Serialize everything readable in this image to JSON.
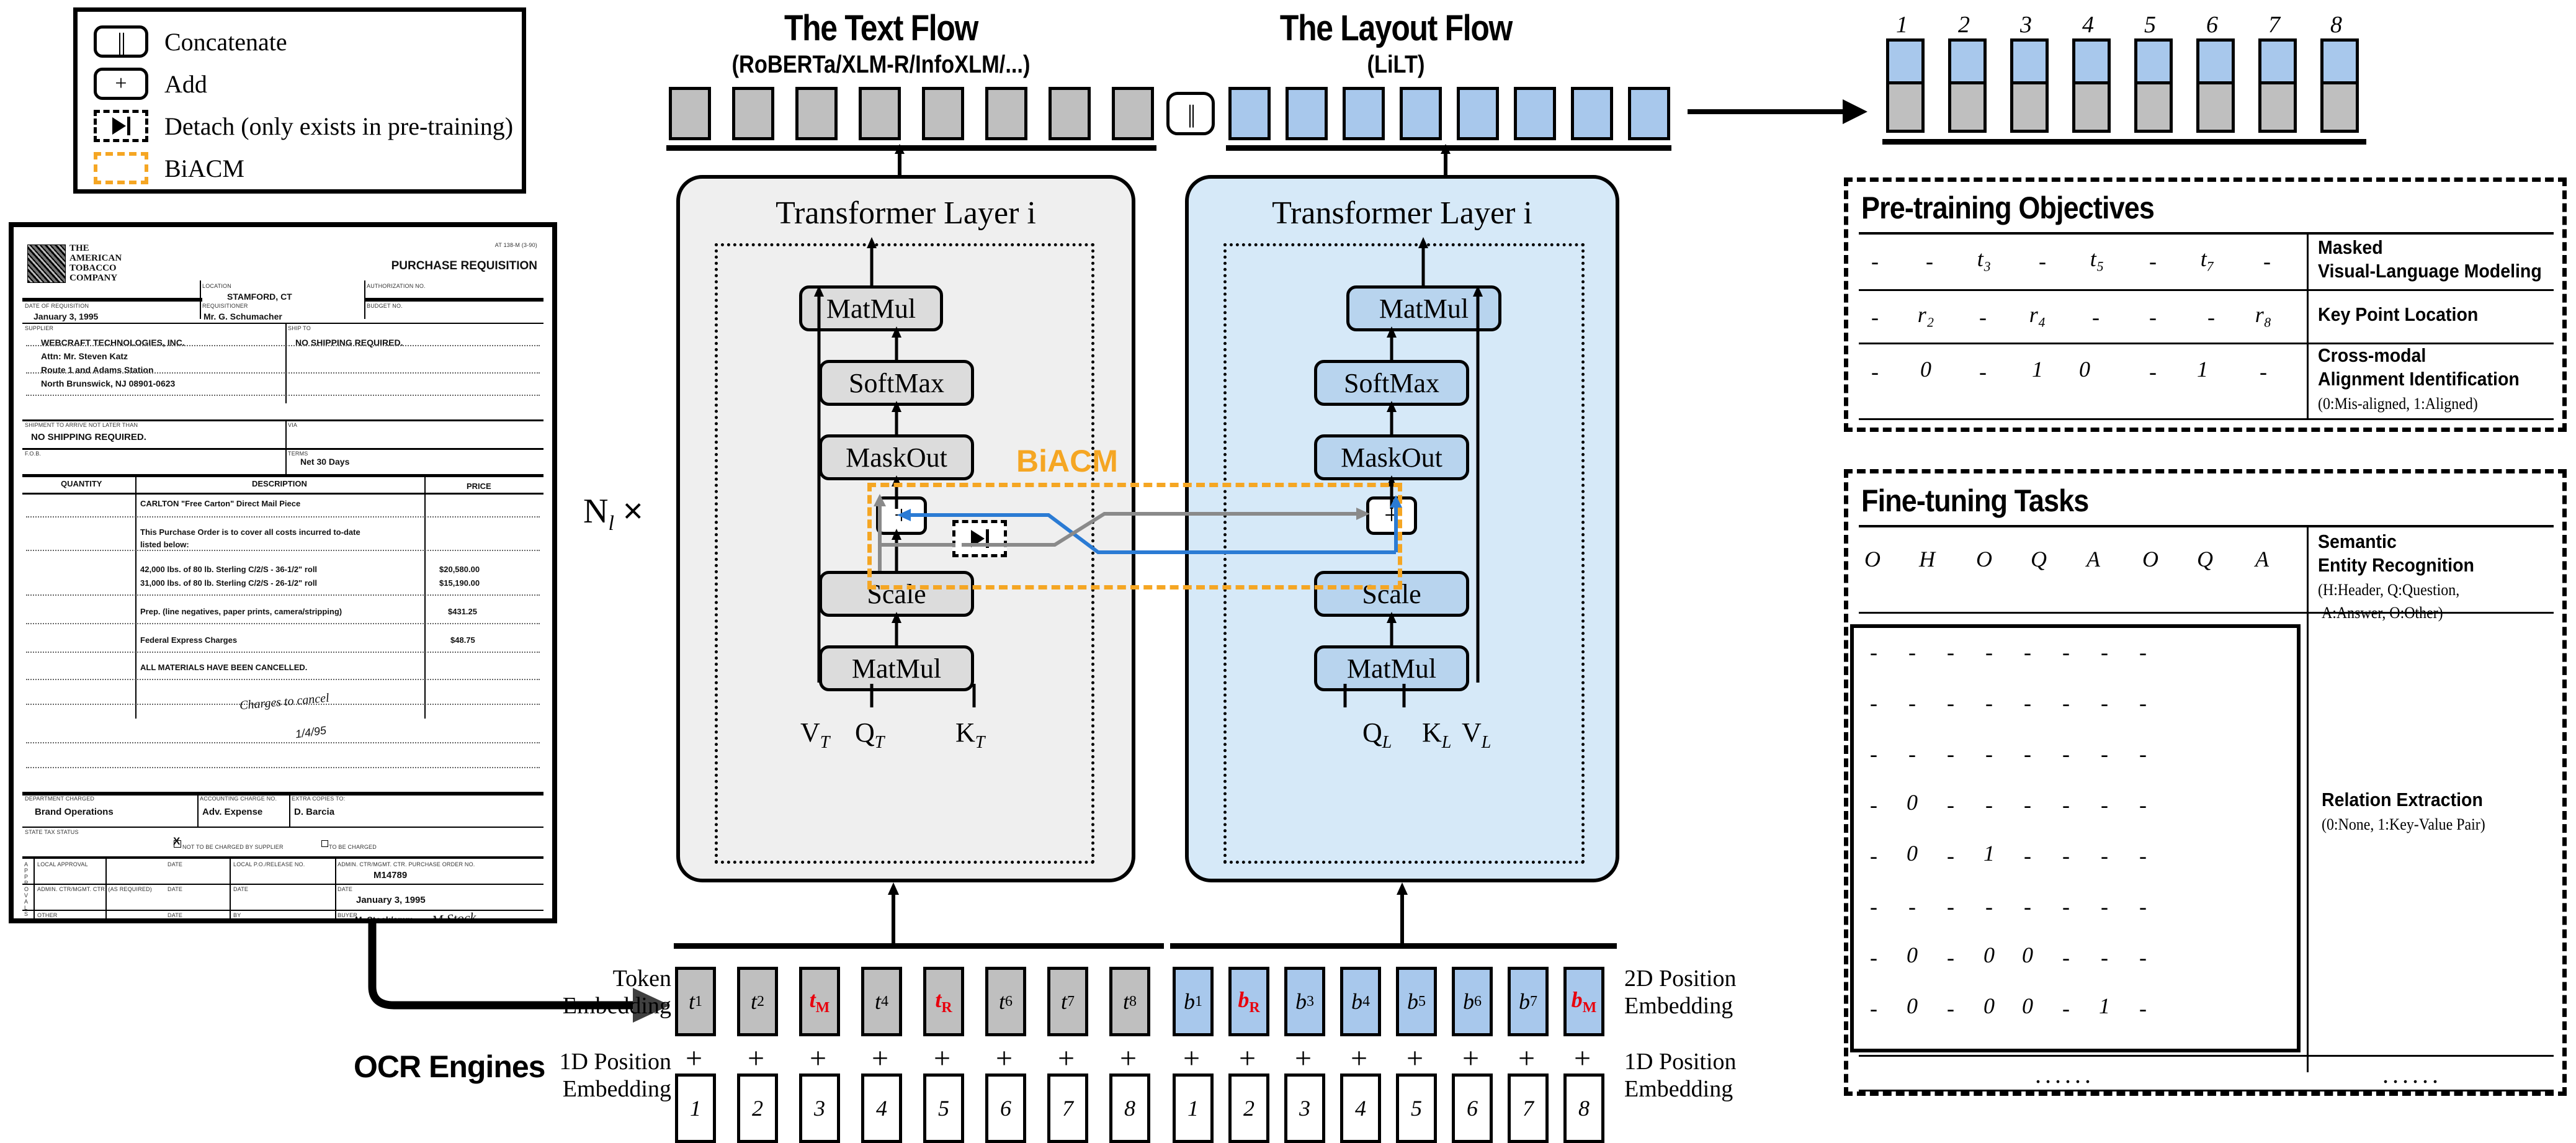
{
  "legend": {
    "items": [
      {
        "symbol": "||",
        "label": "Concatenate",
        "style": "solid"
      },
      {
        "symbol": "+",
        "label": "Add",
        "style": "solid"
      },
      {
        "symbol": "detach-triangle",
        "label": "Detach (only exists in pre-training)",
        "style": "dashed"
      },
      {
        "symbol": "",
        "label": "BiACM",
        "style": "orange-dashed"
      }
    ]
  },
  "document": {
    "company": "THE AMERICAN TOBACCO COMPANY",
    "form_code": "AT 138-M (3-90)",
    "form_title": "PURCHASE REQUISITION",
    "fields": {
      "location_label": "LOCATION",
      "location_value": "STAMFORD, CT",
      "authorization_label": "AUTHORIZATION NO.",
      "date_label": "DATE OF REQUISITION",
      "date_value": "January 3, 1995",
      "requisitioner_label": "REQUISITIONER",
      "requisitioner_value": "Mr. G. Schumacher",
      "budget_label": "BUDGET NO.",
      "supplier_label": "SUPPLIER",
      "supplier_lines": [
        "WEBCRAFT TECHNOLOGIES, INC.",
        "Attn: Mr. Steven Katz",
        "Route 1 and Adams Station",
        "North Brunswick, NJ 08901-0623"
      ],
      "shipto_label": "SHIP TO",
      "shipto_value": "NO SHIPPING REQUIRED.",
      "arrive_label": "SHIPMENT TO ARRIVE NOT LATER THAN",
      "arrive_value": "NO SHIPPING REQUIRED.",
      "via_label": "VIA",
      "fob_label": "F.O.B.",
      "terms_label": "TERMS",
      "terms_value": "Net 30 Days"
    },
    "table": {
      "headers": [
        "QUANTITY",
        "DESCRIPTION",
        "PRICE"
      ],
      "rows": [
        {
          "desc": "CARLTON \"Free Carton\" Direct Mail Piece",
          "price": ""
        },
        {
          "desc": "This Purchase Order is to cover all costs incurred to-date",
          "price": ""
        },
        {
          "desc": "listed below:",
          "price": ""
        },
        {
          "desc": "42,000 lbs. of 80 lb. Sterling C/2/S - 36-1/2\" roll",
          "price": "$20,580.00"
        },
        {
          "desc": "31,000 lbs. of 80 lb. Sterling C/2/S - 26-1/2\" roll",
          "price": "$15,190.00"
        },
        {
          "desc": "Prep. (line negatives, paper prints, camera/stripping)",
          "price": "$431.25"
        },
        {
          "desc": "Federal Express Charges",
          "price": "$48.75"
        },
        {
          "desc": "ALL MATERIALS HAVE BEEN CANCELLED.",
          "price": ""
        }
      ]
    },
    "handwriting": "Charges to cancel",
    "handwriting_date": "1/4/95",
    "footer": {
      "dept_label": "DEPARTMENT CHARGED",
      "dept_value": "Brand Operations",
      "acct_label": "ACCOUNTING CHARGE NO.",
      "acct_value": "Adv. Expense",
      "copies_label": "EXTRA COPIES TO:",
      "copies_value": "D. Barcia",
      "tax_label": "STATE TAX STATUS",
      "tax_opt1": "NOT TO BE CHARGED BY SUPPLIER",
      "tax_opt2": "TO BE CHARGED",
      "approvals_label": "APPROVALS",
      "local_approval": "LOCAL APPROVAL",
      "date_label": "DATE",
      "release_label": "LOCAL P.O./RELEASE NO.",
      "po_label": "ADMIN. CTR/MGMT. CTR. PURCHASE ORDER NO.",
      "po_value": "M14789",
      "admin_label": "ADMIN. CTR/MGMT. CTR. (AS REQUIRED)",
      "date_value2": "January 3, 1995",
      "other_label": "OTHER",
      "by_label": "BY",
      "buyer_label": "BUYER",
      "buyer_value": "M. Stock/smm"
    }
  },
  "ocr": {
    "label": "OCR Engines"
  },
  "text_flow": {
    "title": "The Text Flow",
    "subtitle": "(RoBERTa/XLM-R/InfoXLM/...)",
    "panel_title": "Transformer Layer i",
    "ops": [
      "MatMul",
      "SoftMax",
      "MaskOut",
      "+",
      "Scale",
      "MatMul"
    ],
    "detach_symbol": "detach-triangle",
    "inputs": [
      "V",
      "Q",
      "K"
    ],
    "input_sub": "T",
    "repeat": "N",
    "repeat_sub": "l",
    "repeat_times": "×"
  },
  "layout_flow": {
    "title": "The Layout Flow",
    "subtitle": "(LiLT)",
    "panel_title": "Transformer Layer i",
    "ops": [
      "MatMul",
      "SoftMax",
      "MaskOut",
      "+",
      "Scale",
      "MatMul"
    ],
    "inputs": [
      "Q",
      "K",
      "V"
    ],
    "input_sub": "L"
  },
  "biacm": {
    "label": "BiACM",
    "color": "#F5A623"
  },
  "concat": {
    "symbol": "||"
  },
  "embeddings": {
    "token_label": "Token\nEmbedding",
    "pos1d_label_left": "1D Position\nEmbedding",
    "pos2d_label_right": "2D Position\nEmbedding",
    "pos1d_label_right": "1D Position\nEmbedding",
    "text_tokens": [
      {
        "base": "t",
        "sub": "1",
        "masked": false
      },
      {
        "base": "t",
        "sub": "2",
        "masked": false
      },
      {
        "base": "t",
        "sub": "M",
        "masked": true
      },
      {
        "base": "t",
        "sub": "4",
        "masked": false
      },
      {
        "base": "t",
        "sub": "R",
        "masked": true
      },
      {
        "base": "t",
        "sub": "6",
        "masked": false
      },
      {
        "base": "t",
        "sub": "7",
        "masked": false
      },
      {
        "base": "t",
        "sub": "8",
        "masked": false
      }
    ],
    "layout_tokens": [
      {
        "base": "b",
        "sub": "1",
        "masked": false
      },
      {
        "base": "b",
        "sub": "R",
        "masked": true
      },
      {
        "base": "b",
        "sub": "3",
        "masked": false
      },
      {
        "base": "b",
        "sub": "4",
        "masked": false
      },
      {
        "base": "b",
        "sub": "5",
        "masked": false
      },
      {
        "base": "b",
        "sub": "6",
        "masked": false
      },
      {
        "base": "b",
        "sub": "7",
        "masked": false
      },
      {
        "base": "b",
        "sub": "M",
        "masked": true
      }
    ],
    "positions": [
      "1",
      "2",
      "3",
      "4",
      "5",
      "6",
      "7",
      "8"
    ],
    "plus": "+"
  },
  "output_bars": {
    "indices": [
      "1",
      "2",
      "3",
      "4",
      "5",
      "6",
      "7",
      "8"
    ],
    "top_color": "#A8C8EC",
    "bottom_color": "#BFBFBF"
  },
  "pretraining": {
    "title": "Pre-training Objectives",
    "rows": [
      {
        "cells": [
          "-",
          "-",
          "t₃",
          "-",
          "t₅",
          "-",
          "t₇",
          "-"
        ],
        "name": "Masked\nVisual-Language Modeling",
        "note": ""
      },
      {
        "cells": [
          "-",
          "r₂",
          "-",
          "r₄",
          "-",
          "-",
          "-",
          "r₈"
        ],
        "name": "Key Point Location",
        "note": ""
      },
      {
        "cells": [
          "-",
          "0",
          "-",
          "1",
          "0",
          "-",
          "1",
          "-"
        ],
        "name": "Cross-modal\nAlignment Identification",
        "note": "(0:Mis-aligned, 1:Aligned)"
      }
    ]
  },
  "finetuning": {
    "title": "Fine-tuning Tasks",
    "ser": {
      "cells": [
        "O",
        "H",
        "O",
        "Q",
        "A",
        "O",
        "Q",
        "A"
      ],
      "name": "Semantic\nEntity Recognition",
      "note": "(H:Header, Q:Question,\n A:Answer, O:Other)"
    },
    "re": {
      "matrix": [
        [
          "-",
          "-",
          "-",
          "-",
          "-",
          "-",
          "-",
          "-"
        ],
        [
          "-",
          "-",
          "-",
          "-",
          "-",
          "-",
          "-",
          "-"
        ],
        [
          "-",
          "-",
          "-",
          "-",
          "-",
          "-",
          "-",
          "-"
        ],
        [
          "-",
          "0",
          "-",
          "-",
          "-",
          "-",
          "-",
          "-"
        ],
        [
          "-",
          "0",
          "-",
          "1",
          "-",
          "-",
          "-",
          "-"
        ],
        [
          "-",
          "-",
          "-",
          "-",
          "-",
          "-",
          "-",
          "-"
        ],
        [
          "-",
          "0",
          "-",
          "0",
          "0",
          "-",
          "-",
          "-"
        ],
        [
          "-",
          "0",
          "-",
          "0",
          "0",
          "-",
          "1",
          "-"
        ]
      ],
      "name": "Relation Extraction",
      "note": "(0:None, 1:Key-Value Pair)"
    },
    "ellipsis": "......"
  }
}
